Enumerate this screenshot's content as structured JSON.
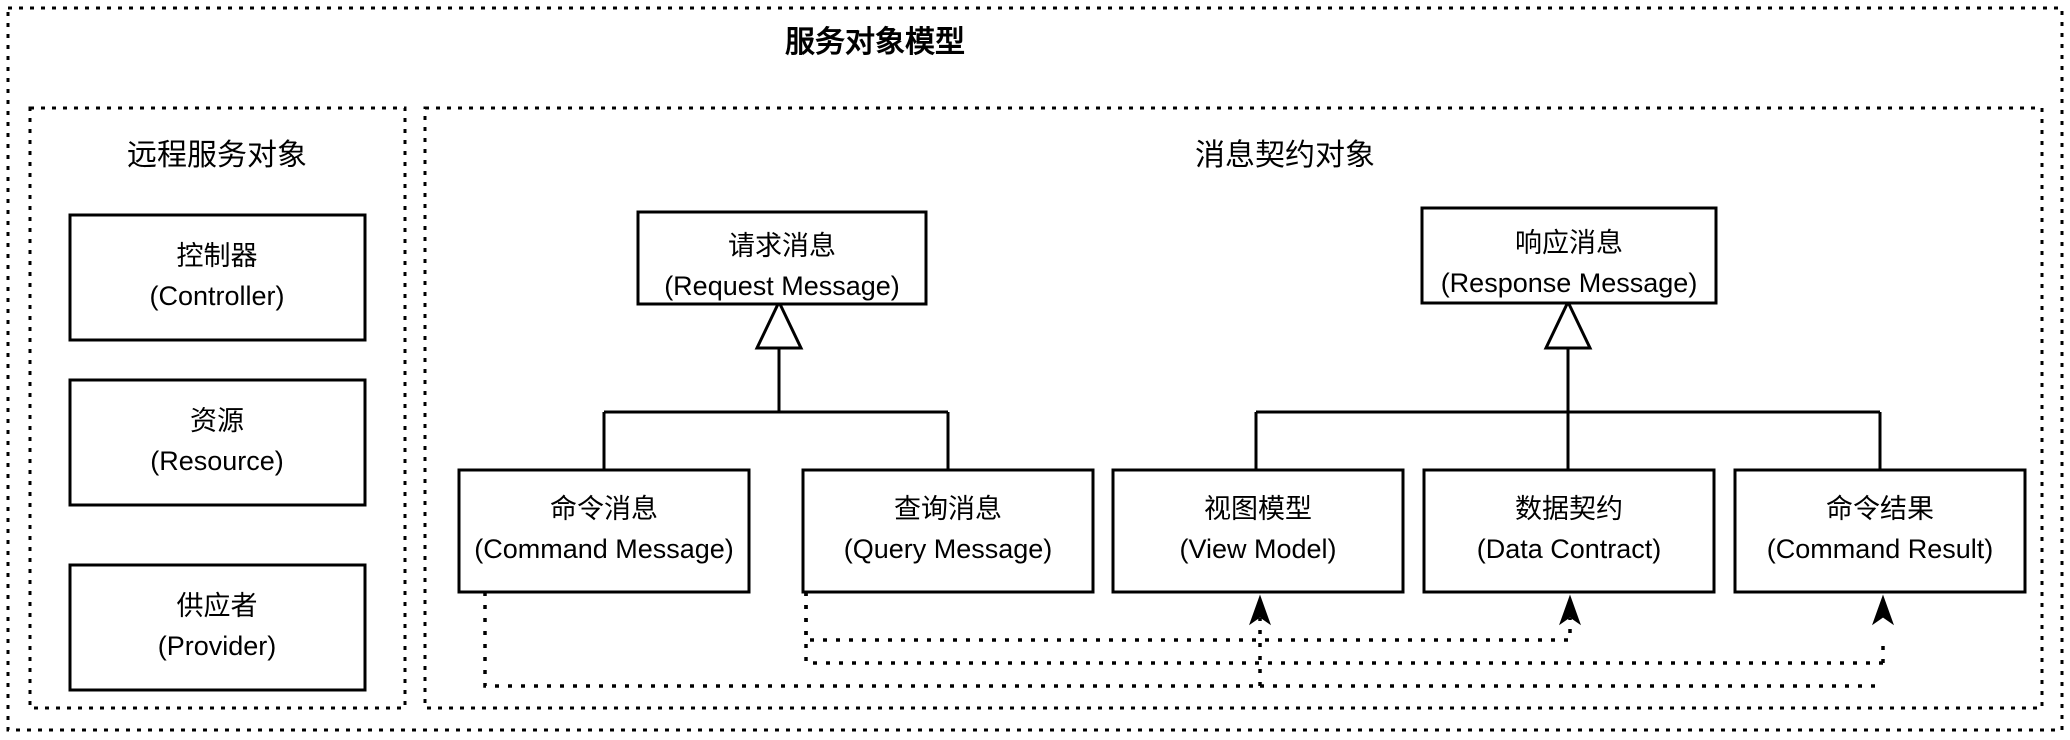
{
  "diagram": {
    "title": "服务对象模型",
    "type": "uml-class-diagram",
    "background": "#ffffff",
    "line_color": "#000000"
  },
  "panels": [
    {
      "id": "remote-service-objects",
      "title": "远程服务对象",
      "boxes": [
        {
          "id": "controller",
          "cn": "控制器",
          "en": "(Controller)"
        },
        {
          "id": "resource",
          "cn": "资源",
          "en": "(Resource)"
        },
        {
          "id": "provider",
          "cn": "供应者",
          "en": "(Provider)"
        }
      ]
    },
    {
      "id": "message-contract-objects",
      "title": "消息契约对象",
      "boxes": [
        {
          "id": "request-message",
          "cn": "请求消息",
          "en": "(Request Message)"
        },
        {
          "id": "response-message",
          "cn": "响应消息",
          "en": "(Response Message)"
        },
        {
          "id": "command-message",
          "cn": "命令消息",
          "en": "(Command Message)"
        },
        {
          "id": "query-message",
          "cn": "查询消息",
          "en": "(Query Message)"
        },
        {
          "id": "view-model",
          "cn": "视图模型",
          "en": "(View Model)"
        },
        {
          "id": "data-contract",
          "cn": "数据契约",
          "en": "(Data Contract)"
        },
        {
          "id": "command-result",
          "cn": "命令结果",
          "en": "(Command Result)"
        }
      ]
    }
  ],
  "relations": {
    "generalizations": [
      {
        "from": "command-message",
        "to": "request-message"
      },
      {
        "from": "query-message",
        "to": "request-message"
      },
      {
        "from": "view-model",
        "to": "response-message"
      },
      {
        "from": "data-contract",
        "to": "response-message"
      },
      {
        "from": "command-result",
        "to": "response-message"
      }
    ],
    "dependencies": [
      {
        "from": "command-message",
        "to": "command-result"
      },
      {
        "from": "query-message",
        "to": "view-model"
      },
      {
        "from": "query-message",
        "to": "data-contract"
      }
    ]
  }
}
